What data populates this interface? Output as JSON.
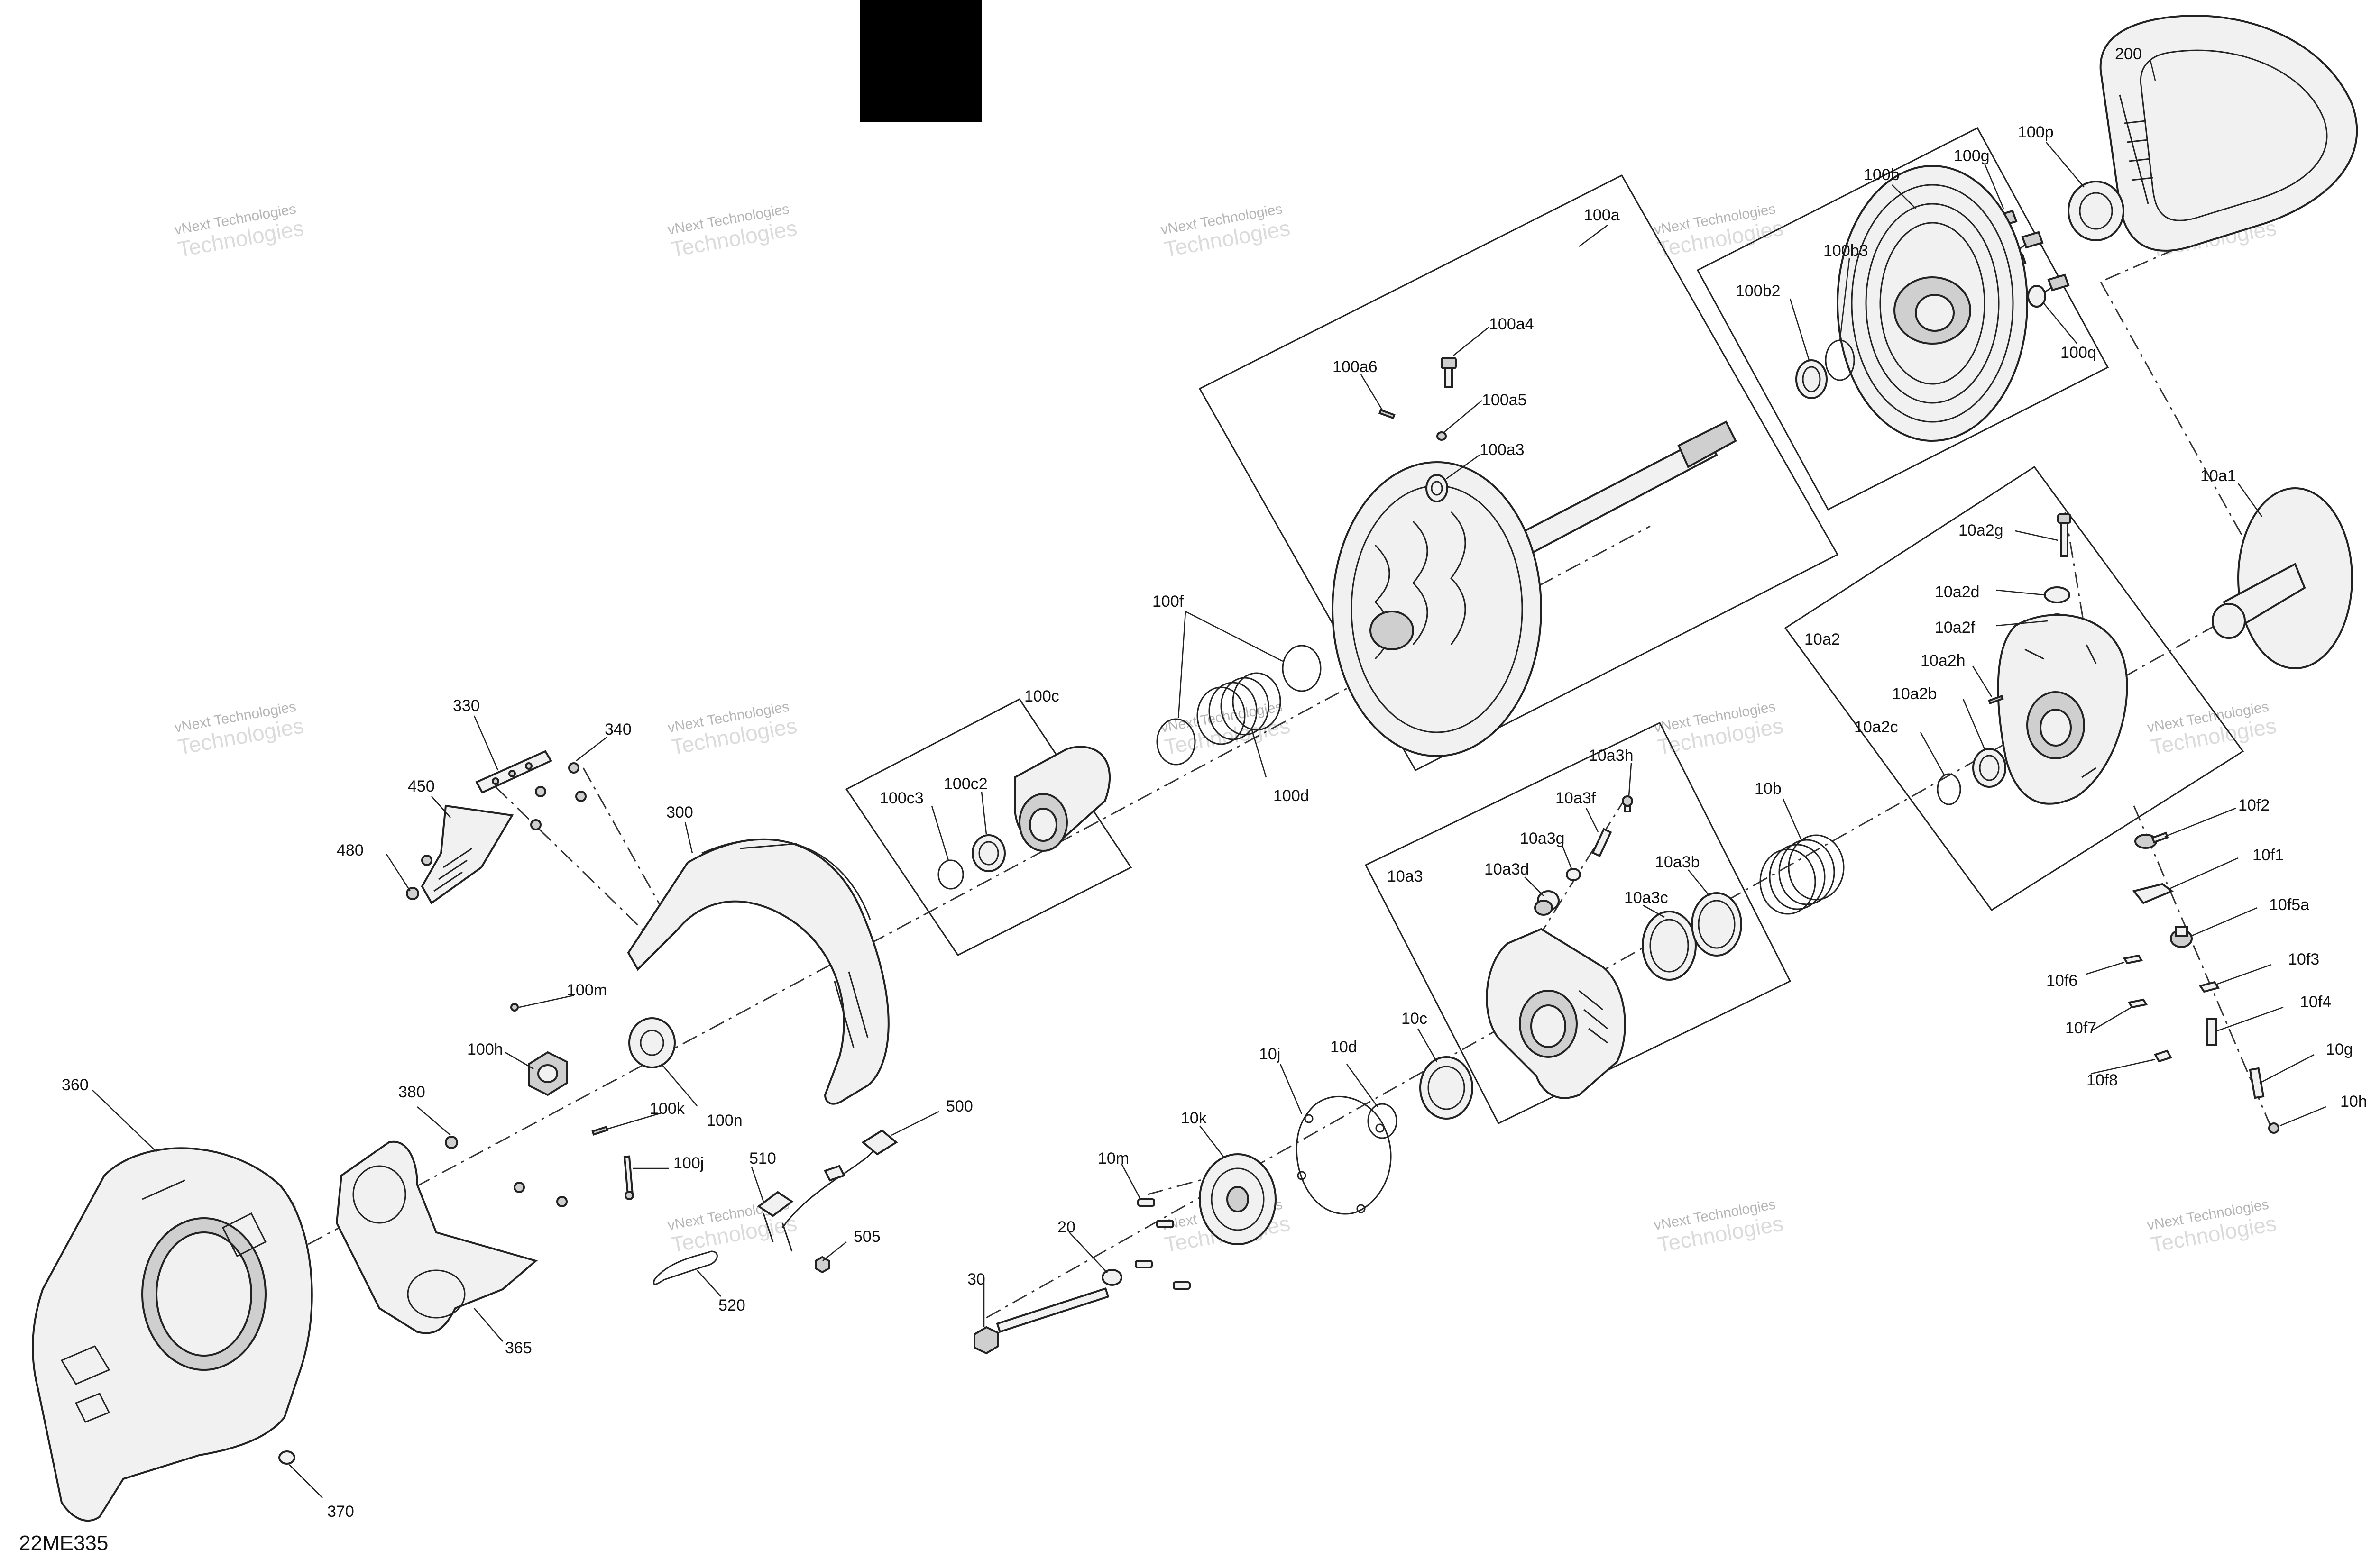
{
  "diagram_code": "22ME335",
  "watermark": {
    "line1": "vNext Technologies",
    "line2": "Technologies"
  },
  "parts": [
    {
      "id": "200"
    },
    {
      "id": "100p"
    },
    {
      "id": "100g"
    },
    {
      "id": "100b"
    },
    {
      "id": "100b3"
    },
    {
      "id": "100b2"
    },
    {
      "id": "100q"
    },
    {
      "id": "100a"
    },
    {
      "id": "100a4"
    },
    {
      "id": "100a6"
    },
    {
      "id": "100a5"
    },
    {
      "id": "100a3"
    },
    {
      "id": "10a1"
    },
    {
      "id": "10a2g"
    },
    {
      "id": "10a2d"
    },
    {
      "id": "10a2"
    },
    {
      "id": "10a2f"
    },
    {
      "id": "10a2h"
    },
    {
      "id": "10a2b"
    },
    {
      "id": "10a2c"
    },
    {
      "id": "100f"
    },
    {
      "id": "100c"
    },
    {
      "id": "100d"
    },
    {
      "id": "100c3"
    },
    {
      "id": "100c2"
    },
    {
      "id": "330"
    },
    {
      "id": "340"
    },
    {
      "id": "450"
    },
    {
      "id": "480"
    },
    {
      "id": "300"
    },
    {
      "id": "10a3h"
    },
    {
      "id": "10a3f"
    },
    {
      "id": "10b"
    },
    {
      "id": "10a3g"
    },
    {
      "id": "10a3d"
    },
    {
      "id": "10a3b"
    },
    {
      "id": "10a3"
    },
    {
      "id": "10a3c"
    },
    {
      "id": "10f2"
    },
    {
      "id": "10f1"
    },
    {
      "id": "10f5a"
    },
    {
      "id": "10f3"
    },
    {
      "id": "10f6"
    },
    {
      "id": "10f4"
    },
    {
      "id": "10f7"
    },
    {
      "id": "10g"
    },
    {
      "id": "10f8"
    },
    {
      "id": "10h"
    },
    {
      "id": "100m"
    },
    {
      "id": "100h"
    },
    {
      "id": "100k"
    },
    {
      "id": "100n"
    },
    {
      "id": "100j"
    },
    {
      "id": "360"
    },
    {
      "id": "380"
    },
    {
      "id": "500"
    },
    {
      "id": "510"
    },
    {
      "id": "505"
    },
    {
      "id": "520"
    },
    {
      "id": "365"
    },
    {
      "id": "370"
    },
    {
      "id": "10j"
    },
    {
      "id": "10d"
    },
    {
      "id": "10c"
    },
    {
      "id": "10k"
    },
    {
      "id": "10m"
    },
    {
      "id": "20"
    },
    {
      "id": "30"
    }
  ]
}
